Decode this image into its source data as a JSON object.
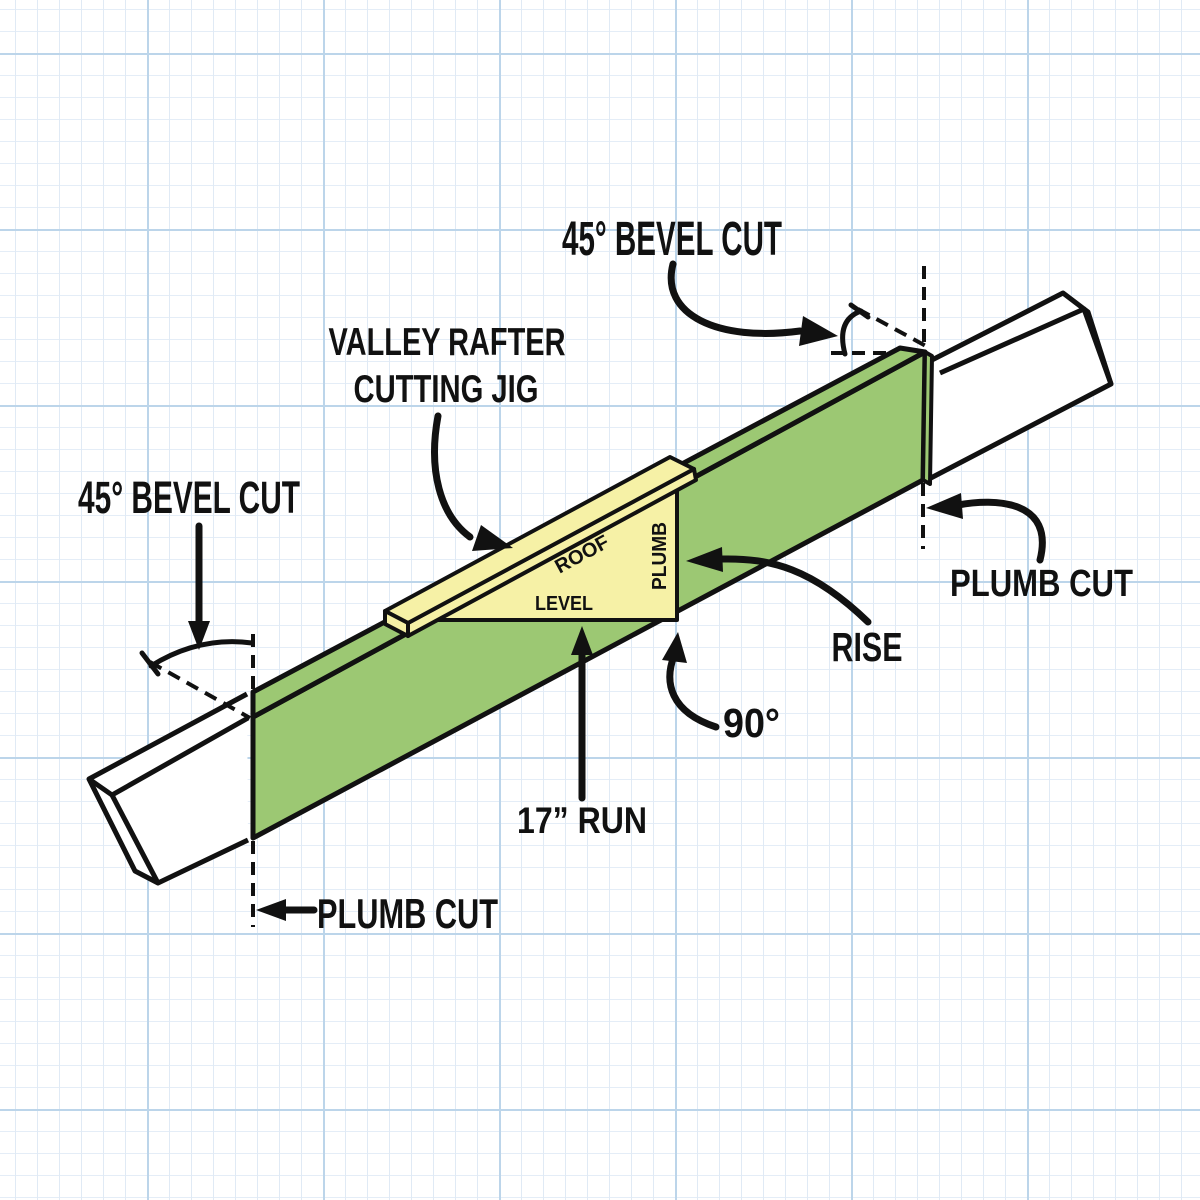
{
  "diagram_title": "Valley rafter cutting jig diagram",
  "colors": {
    "board_green": "#9CC873",
    "jig_yellow": "#F6F1A6",
    "cutoff_white": "#FFFFFF",
    "line_black": "#111111",
    "grid_minor": "#e0eaf5",
    "grid_major": "#bcd5ea"
  },
  "labels": {
    "bevel_cut_top": "45° BEVEL CUT",
    "jig_title_line1": "VALLEY RAFTER",
    "jig_title_line2": "CUTTING JIG",
    "bevel_cut_left": "45° BEVEL CUT",
    "plumb_cut_right": "PLUMB CUT",
    "rise": "RISE",
    "angle_90": "90°",
    "run": "17” RUN",
    "plumb_cut_bottom": "PLUMB CUT"
  },
  "jig_edge_labels": {
    "roof": "ROOF",
    "level": "LEVEL",
    "plumb": "PLUMB"
  }
}
